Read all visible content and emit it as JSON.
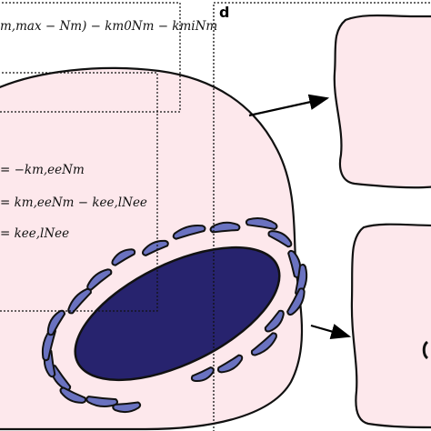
{
  "panel": {
    "label": "d"
  },
  "equations": [
    {
      "id": "eq-top",
      "text": "m,max − Nm) − km0Nm − kmiNm"
    },
    {
      "id": "eq-1",
      "text": "= −km,eeNm"
    },
    {
      "id": "eq-2",
      "text": "= km,eeNm − kee,lNee"
    },
    {
      "id": "eq-3",
      "text": "= kee,lNee"
    }
  ],
  "colors": {
    "cell_fill": "#fde8ec",
    "cell_stroke": "#111111",
    "nucleus": "#27236e",
    "organelle": "#6a72c0",
    "arrow": "#000000"
  }
}
